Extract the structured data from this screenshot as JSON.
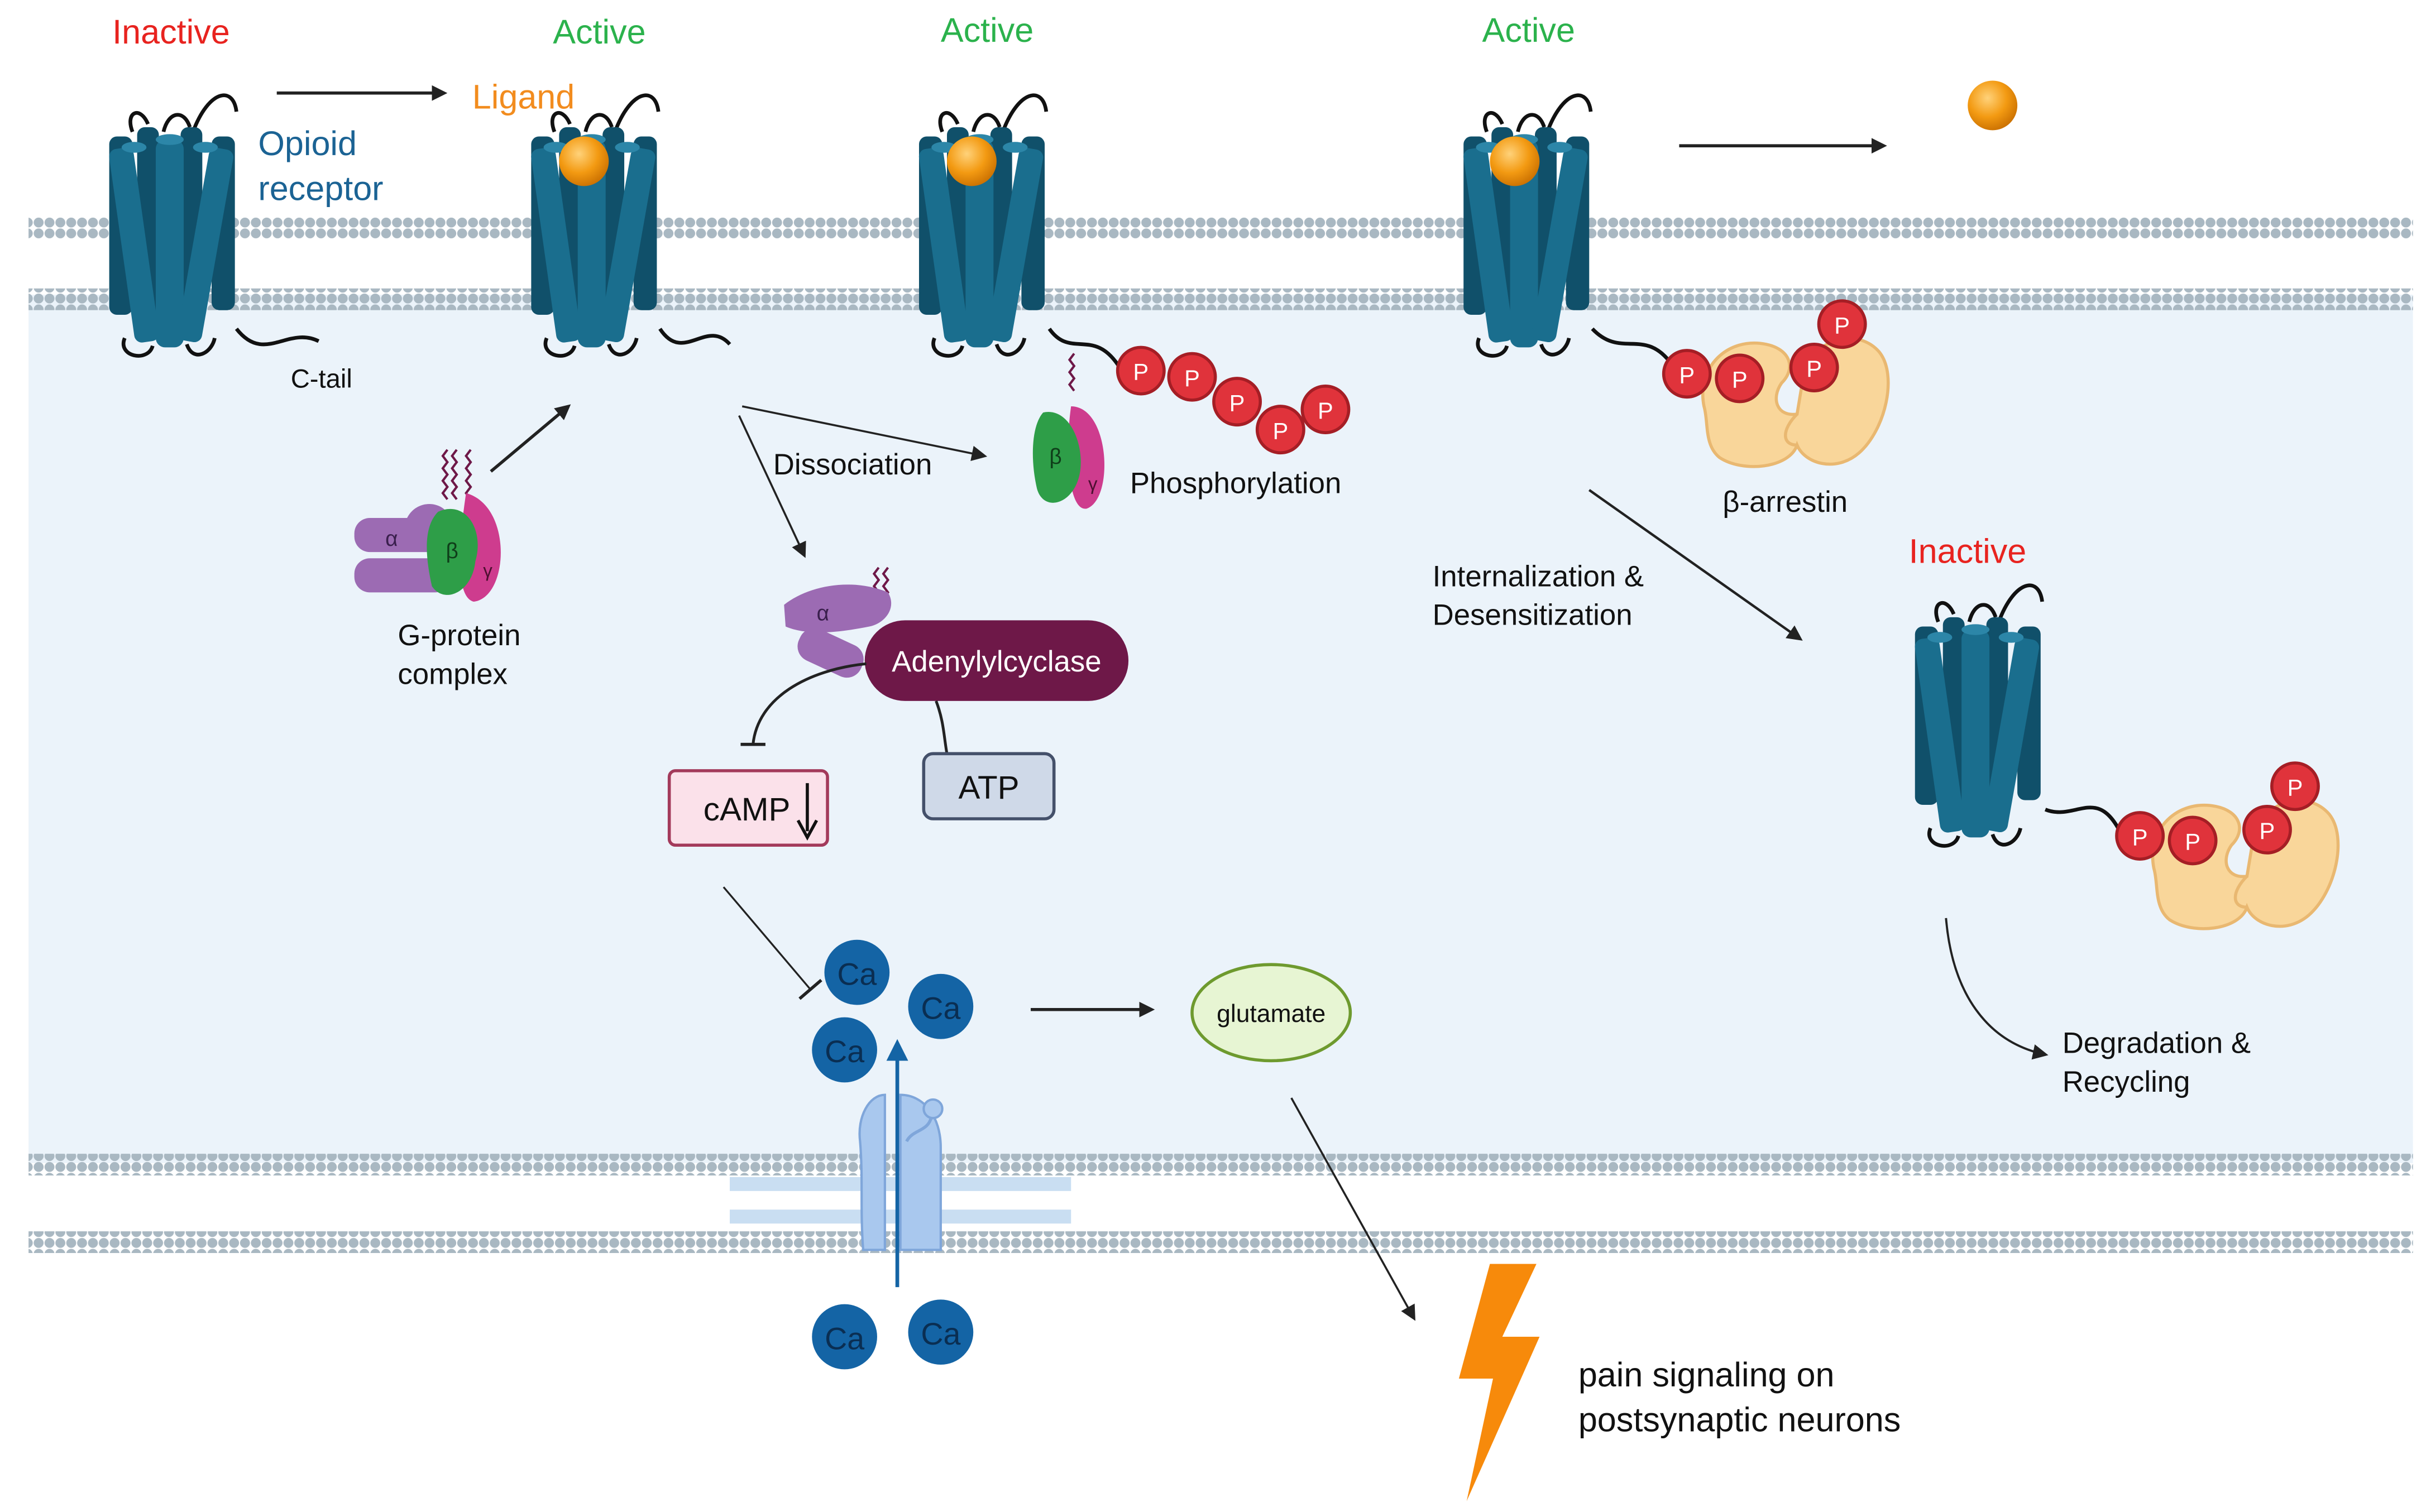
{
  "colors": {
    "inactive": "#E8231F",
    "active": "#2BB24C",
    "ligand_text": "#F28C1E",
    "receptor_text": "#1B6394",
    "receptor": "#1A6E8E",
    "receptor_dark": "#10506A",
    "ligand": "#F39A12",
    "phosphate": "#E0333B",
    "arrestin": "#F9D69A",
    "alpha": "#9C6BB3",
    "beta": "#2E9E48",
    "gamma": "#CE3C8E",
    "adenylylcyclase": "#6E1848",
    "camp_fill": "#FBE1EA",
    "camp_stroke": "#A33A5B",
    "atp_fill": "#CFD9E8",
    "atp_stroke": "#44506A",
    "calcium": "#1464A5",
    "glutamate_fill": "#E7F5D3",
    "glutamate_stroke": "#6E9A2E",
    "bolt": "#F78A0B",
    "membrane_dots": "#A9B8C2",
    "cytoplasm": "#EBF3FA"
  },
  "states": {
    "s1": "Inactive",
    "s2": "Active",
    "s3": "Active",
    "s4": "Active",
    "s5": "Inactive"
  },
  "labels": {
    "ligand": "Ligand",
    "opioid_line1": "Opioid",
    "opioid_line2": "receptor",
    "ctail": "C-tail",
    "gprotein_line1": "G-protein",
    "gprotein_line2": "complex",
    "dissociation": "Dissociation",
    "phosphorylation": "Phosphorylation",
    "arrestin": "β-arrestin",
    "internalization_line1": "Internalization &",
    "internalization_line2": "Desensitization",
    "degradation_line1": "Degradation &",
    "degradation_line2": "Recycling",
    "adenylylcyclase": "Adenylylcyclase",
    "atp": "ATP",
    "camp": "cAMP",
    "glutamate": "glutamate",
    "pain_line1": "pain signaling on",
    "pain_line2": "postsynaptic neurons",
    "calcium": "Ca",
    "phosphate": "P",
    "alpha": "α",
    "beta": "β",
    "gamma": "γ"
  }
}
